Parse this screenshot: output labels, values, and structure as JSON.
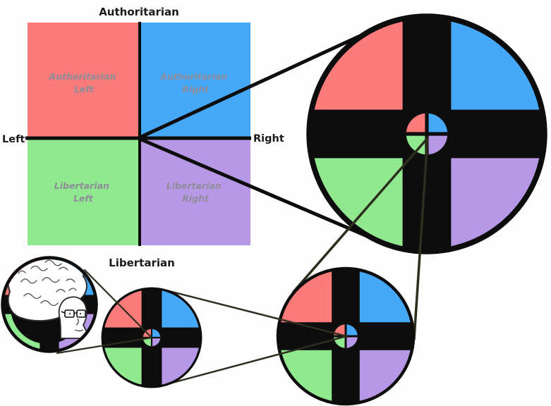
{
  "colors": {
    "background": "#fefefe",
    "auth_left": "#fb7b7b",
    "auth_right": "#45a8f8",
    "lib_left": "#90e98e",
    "lib_right": "#b798e6",
    "axis_black": "#0d0d0d",
    "label_black": "#1a1a1a",
    "quadrant_label": "#8d8d99",
    "zoom_line": "#2e2e1e",
    "brain_line": "#4a4a4a"
  },
  "compass": {
    "top_label": "Authoritarian",
    "bottom_label": "Libertarian",
    "left_label": "Left",
    "right_label": "Right",
    "quadrants": {
      "auth_left": {
        "line1": "Authoritarian",
        "line2": "Left"
      },
      "auth_right": {
        "line1": "Authoritarian",
        "line2": "Right"
      },
      "lib_left": {
        "line1": "Libertarian",
        "line2": "Left"
      },
      "lib_right": {
        "line1": "Libertarian",
        "line2": "Right"
      }
    }
  },
  "icons": {
    "zoom_views": "recursive-compass-zoom-circles",
    "center_figure": "big-brain-wojak-icon"
  }
}
